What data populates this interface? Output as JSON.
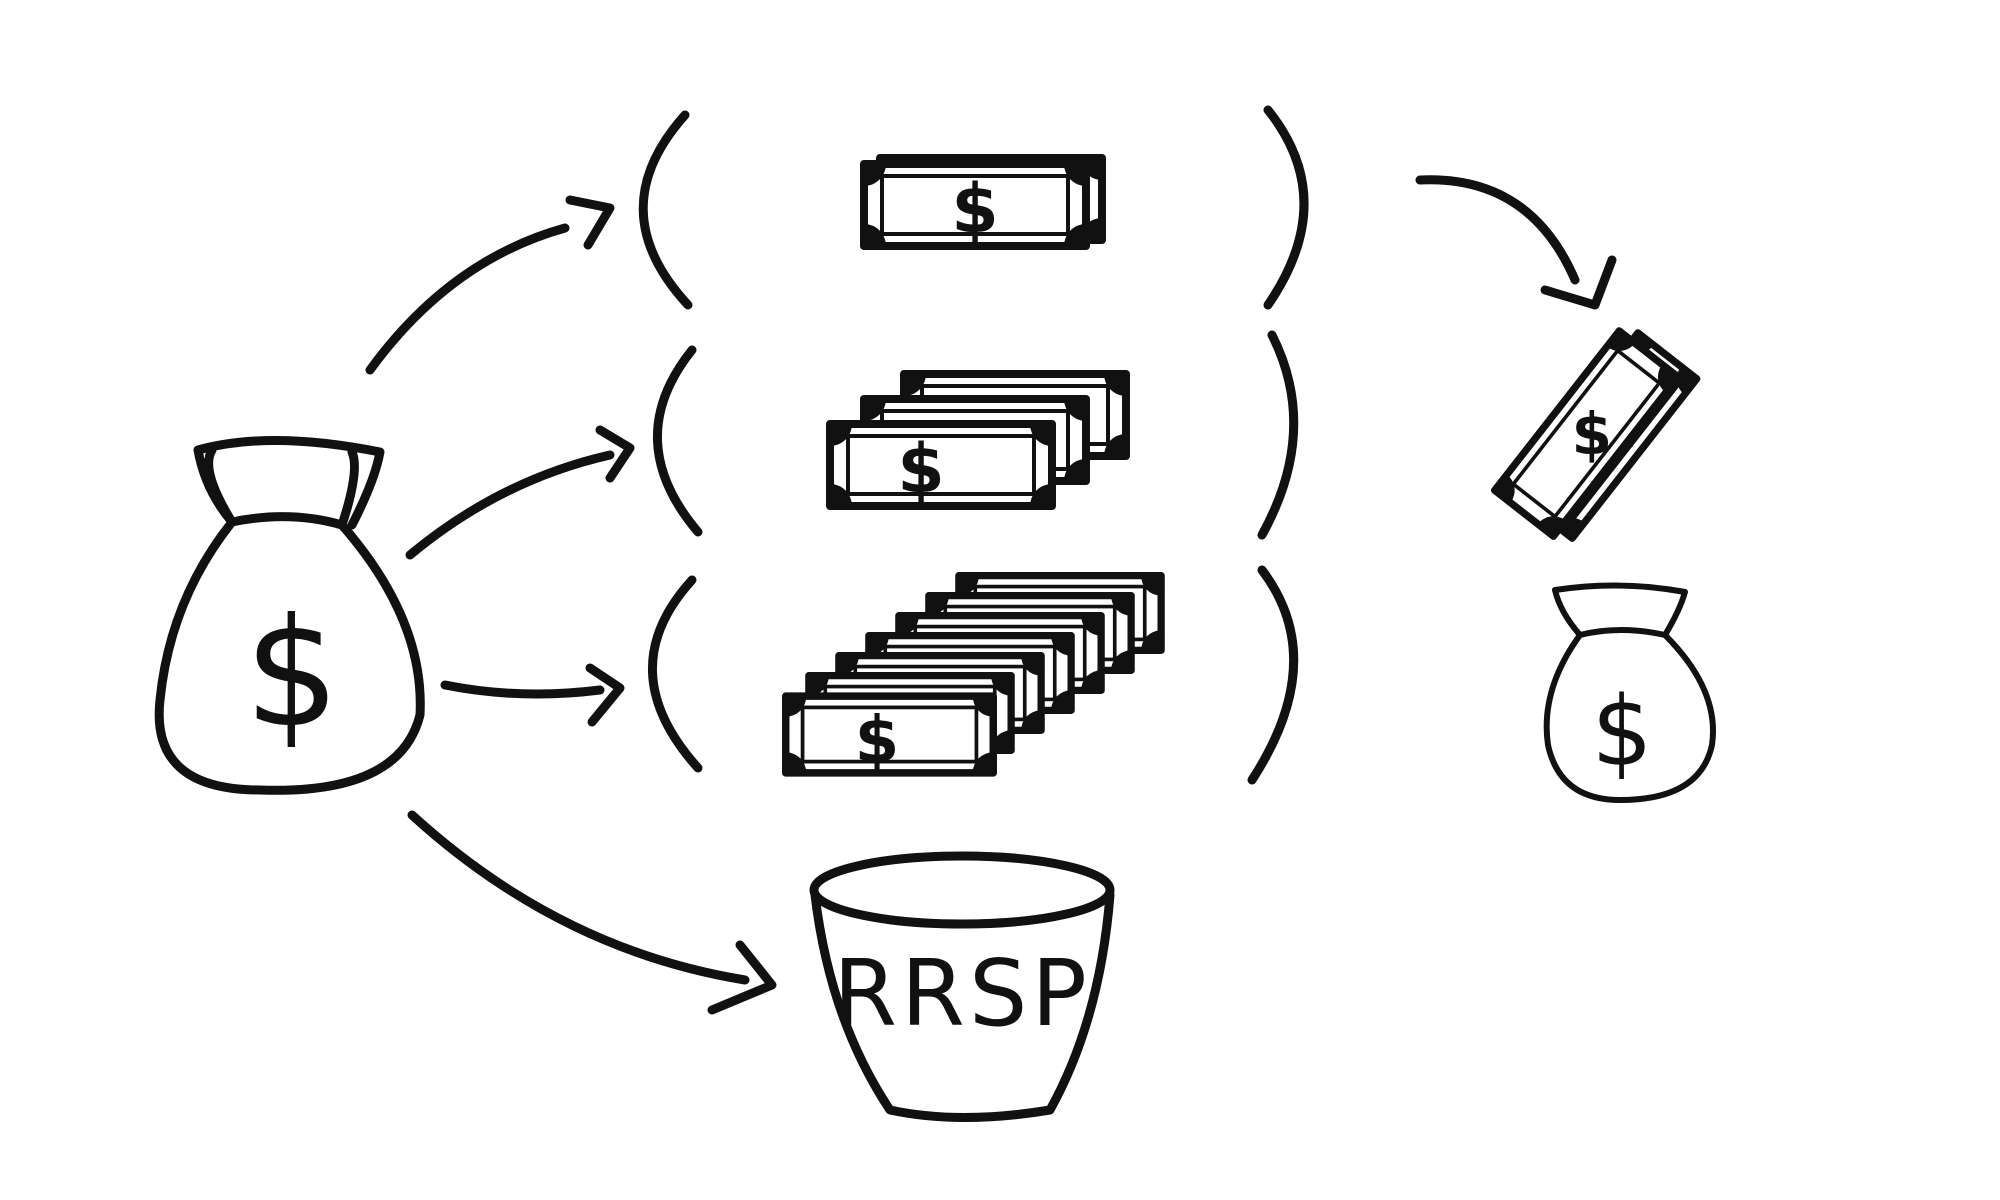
{
  "labels": {
    "currency_symbol": "$",
    "bucket_label": "RRSP"
  },
  "icons": {
    "source": "money-bag-icon",
    "bill": "dollar-bill-icon",
    "bucket": "bucket-icon",
    "destination": "money-bag-icon"
  },
  "groups": [
    {
      "bill_count": 1
    },
    {
      "bill_count": 3
    },
    {
      "bill_count": 7
    }
  ],
  "colors": {
    "ink": "#111111",
    "background": "#ffffff"
  }
}
